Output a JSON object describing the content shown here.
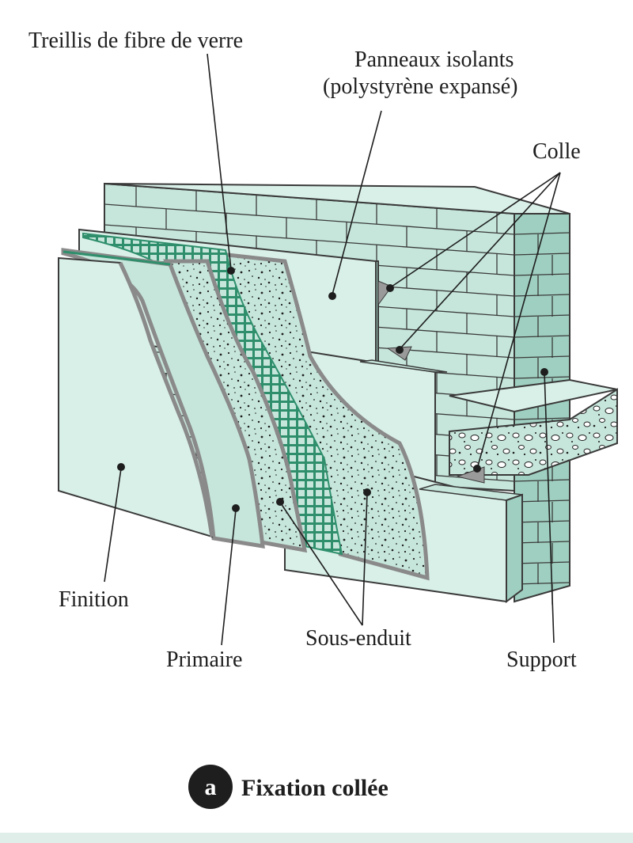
{
  "labels": {
    "mesh": "Treillis de fibre de verre",
    "panels_line1": "Panneaux isolants",
    "panels_line2": "(polystyrène expansé)",
    "glue": "Colle",
    "finish": "Finition",
    "primer": "Primaire",
    "base_coat": "Sous-enduit",
    "support": "Support"
  },
  "caption": {
    "badge": "a",
    "title": "Fixation collée"
  },
  "colors": {
    "surface": "#c6e6dc",
    "surface_light": "#d9f0e8",
    "surface_dark": "#9fcfc0",
    "mesh": "#2f8f6c",
    "outline": "#3a3a3a",
    "glue": "#9a9a9a",
    "speckle": "#1e1e1e",
    "band": "#dfeee9"
  }
}
